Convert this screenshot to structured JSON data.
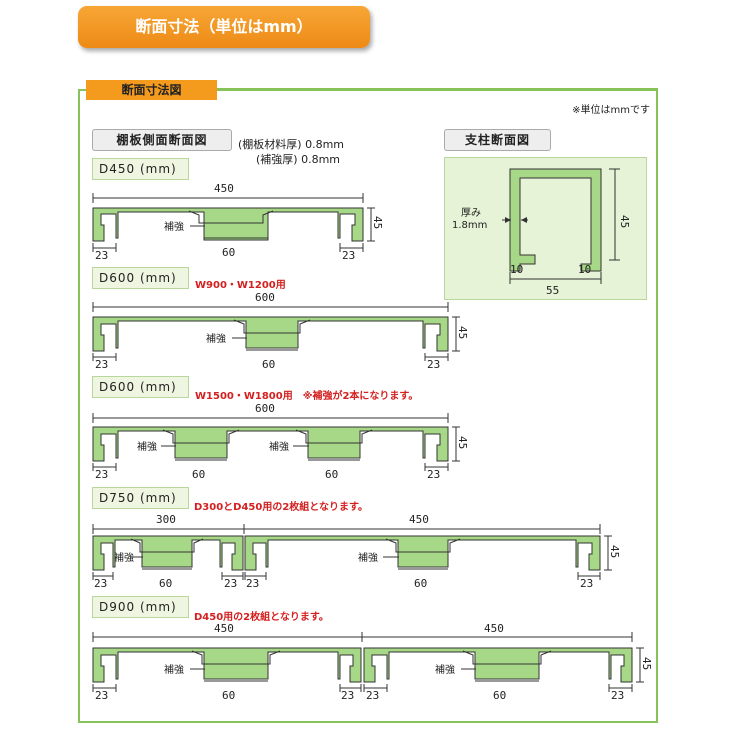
{
  "header": {
    "title": "断面寸法（単位はmm）"
  },
  "section": {
    "tab_label": "断面寸法図",
    "unit_note": "※単位はmmです"
  },
  "side_view": {
    "title": "棚板側面断面図",
    "spec_line1": "(棚板材料厚) 0.8mm",
    "spec_line2": "(補強厚) 0.8mm"
  },
  "post_view": {
    "title": "支柱断面図",
    "thickness_label1": "厚み",
    "thickness_label2": "1.8mm",
    "height": "45",
    "lip_left": "10",
    "lip_right": "10",
    "width": "55"
  },
  "reinforcement_label": "補強",
  "profiles": [
    {
      "label": "D450 (mm)",
      "note": "",
      "total": "450",
      "height": "45",
      "end_left": "23",
      "end_right": "23",
      "rib": "60"
    },
    {
      "label": "D600 (mm)",
      "note": "W900・W1200用",
      "total": "600",
      "height": "45",
      "end_left": "23",
      "end_right": "23",
      "rib": "60"
    },
    {
      "label": "D600 (mm)",
      "note": "W1500・W1800用　※補強が2本になります。",
      "total": "600",
      "height": "45",
      "end_left": "23",
      "end_right": "23",
      "rib_a": "60",
      "rib_b": "60"
    },
    {
      "label": "D750 (mm)",
      "note": "D300とD450用の2枚組となります。",
      "total_a": "300",
      "total_b": "450",
      "height": "45",
      "end_1": "23",
      "end_2": "23",
      "end_3": "23",
      "end_4": "23",
      "rib_a": "60",
      "rib_b": "60"
    },
    {
      "label": "D900 (mm)",
      "note": "D450用の2枚組となります。",
      "total_a": "450",
      "total_b": "450",
      "height": "45",
      "end_1": "23",
      "end_2": "23",
      "end_3": "23",
      "end_4": "23",
      "rib_a": "60",
      "rib_b": "60"
    }
  ],
  "colors": {
    "accent": "#f49a1d",
    "frame": "#88c35a",
    "shelf": "#9fcf7f",
    "note": "#d42020"
  }
}
